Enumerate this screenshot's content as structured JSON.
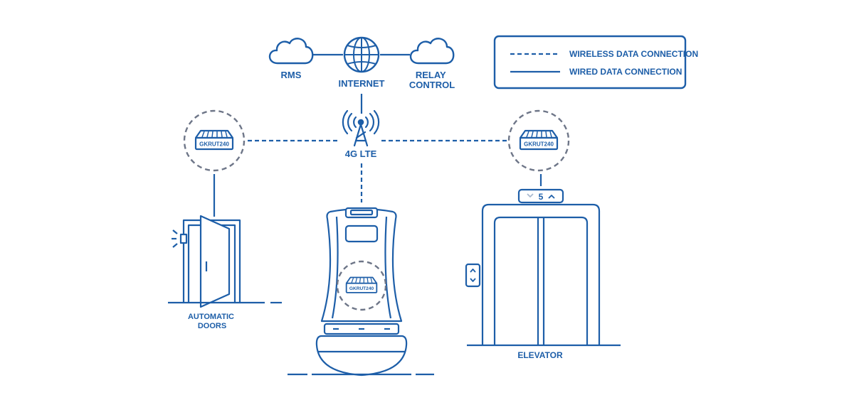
{
  "colors": {
    "primary": "#1d5ea8",
    "ring": "#6e7688",
    "background": "#ffffff"
  },
  "legend": {
    "wireless_label": "WIRELESS DATA CONNECTION",
    "wired_label": "WIRED DATA CONNECTION"
  },
  "nodes": {
    "rms": "RMS",
    "internet": "INTERNET",
    "relay_control_line1": "RELAY",
    "relay_control_line2": "CONTROL",
    "lte": "4G LTE",
    "automatic_doors_line1": "AUTOMATIC",
    "automatic_doors_line2": "DOORS",
    "elevator": "ELEVATOR",
    "elevator_floor": "5"
  },
  "devices": {
    "door_router": "GKRUT240",
    "elevator_router": "GKRUT240",
    "robot_router": "GKRUT240"
  },
  "icons": [
    "cloud-icon",
    "globe-icon",
    "cell-tower-icon",
    "router-icon",
    "door-icon",
    "robot-icon",
    "elevator-icon"
  ]
}
